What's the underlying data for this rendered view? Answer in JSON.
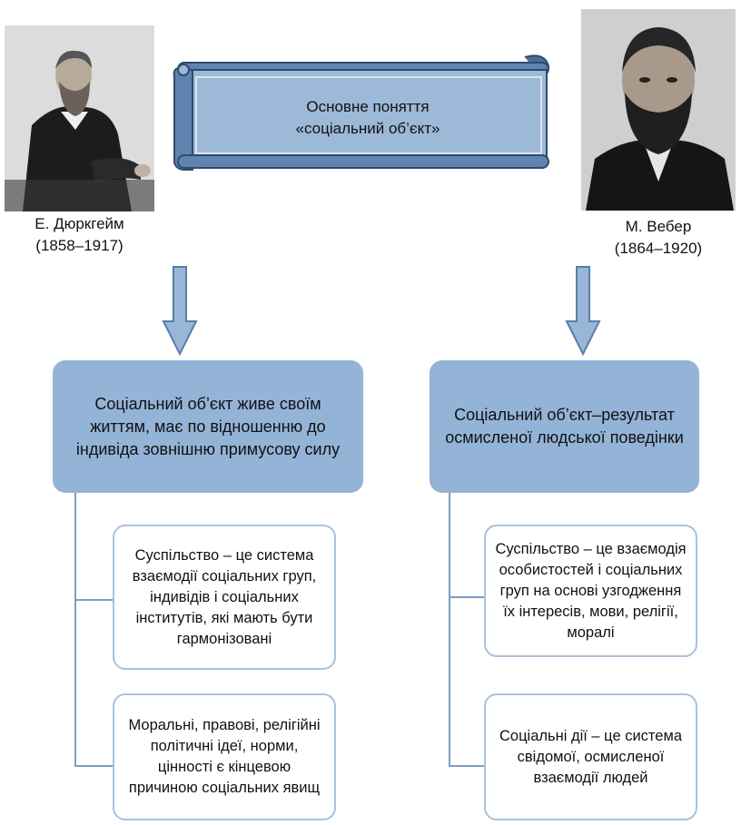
{
  "scroll": {
    "line1": "Основне поняття",
    "line2": "«соціальний об’єкт»"
  },
  "left": {
    "name": "Е. Дюркгейм",
    "years": "(1858–1917)",
    "header": "Соціальний об’єкт живе своїм життям, має по відношенню до індивіда  зовнішню примусову силу",
    "items": [
      "Суспільство –  це система взаємодії соціальних груп, індивідів і соціальних інститутів, які мають бути гармонізовані",
      "Моральні, правові, релігійні політичні ідеї, норми, цінності є кінцевою причиною соціальних явищ"
    ]
  },
  "right": {
    "name": "М. Вебер",
    "years": "(1864–1920)",
    "header": "Соціальний об’єкт–результат осмисленої  людської поведінки",
    "items": [
      "Суспільство – це взаємодія особистостей і соціальних груп на основі узгодження їх інтересів, мови, релігії, моралі",
      "Соціальні дії –  це система свідомої, осмисленої взаємодії людей"
    ]
  },
  "colors": {
    "header_fill": "#93b3d7",
    "sub_border": "#a9c1de",
    "scroll_fill": "#9db9d8",
    "scroll_edge": "#3b5e86",
    "arrow_fill": "#98b6d8"
  }
}
